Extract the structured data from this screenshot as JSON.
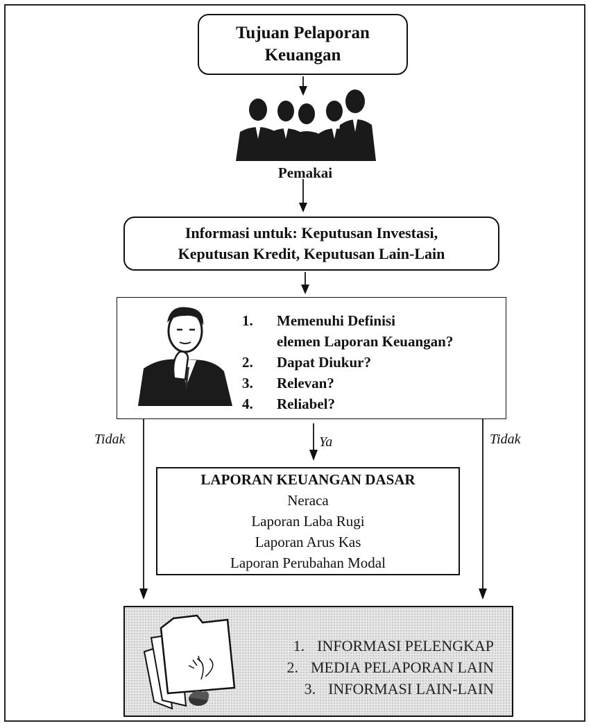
{
  "goal": {
    "line1": "Tujuan Pelaporan",
    "line2": "Keuangan"
  },
  "users_label": "Pemakai",
  "information": {
    "line1": "Informasi untuk:  Keputusan Investasi,",
    "line2": "Keputusan Kredit, Keputusan Lain-Lain"
  },
  "criteria": [
    {
      "num": "1.",
      "text": "Memenuhi Definisi",
      "text2": "elemen Laporan Keuangan?"
    },
    {
      "num": "2.",
      "text": "Dapat Diukur?"
    },
    {
      "num": "3.",
      "text": "Relevan?"
    },
    {
      "num": "4.",
      "text": "Reliabel?"
    }
  ],
  "branch_labels": {
    "left": "Tidak",
    "center": "Ya",
    "right": "Tidak"
  },
  "basic_reports": {
    "title": "LAPORAN KEUANGAN DASAR",
    "items": [
      "Neraca",
      "Laporan Laba Rugi",
      "Laporan Arus Kas",
      "Laporan Perubahan Modal"
    ]
  },
  "other_info": [
    {
      "num": "1.",
      "text": "INFORMASI PELENGKAP"
    },
    {
      "num": "2.",
      "text": "MEDIA PELAPORAN LAIN"
    },
    {
      "num": "3.",
      "text": "INFORMASI LAIN-LAIN"
    }
  ],
  "icons": [
    "business-people-group-icon",
    "thinking-man-icon",
    "folder-documents-icon"
  ]
}
